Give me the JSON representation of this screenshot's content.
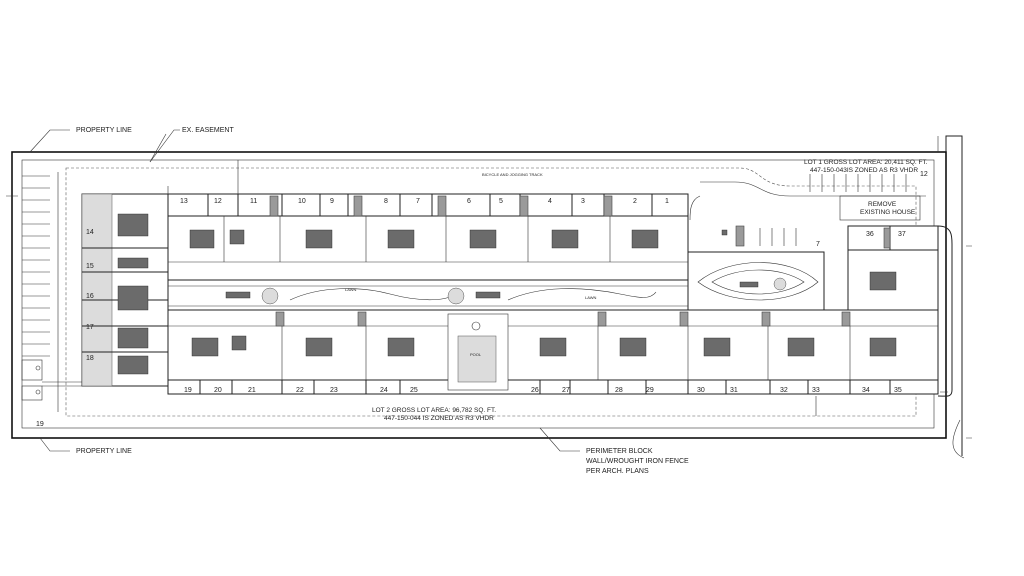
{
  "callouts": {
    "property_line_top": "PROPERTY LINE",
    "ex_easement": "EX. EASEMENT",
    "property_line_bottom": "PROPERTY LINE",
    "perimeter_1": "PERIMETER BLOCK",
    "perimeter_2": "WALL/WROUGHT IRON FENCE",
    "perimeter_3": "PER ARCH. PLANS"
  },
  "lot1": {
    "line1": "LOT 1 GROSS LOT AREA: 20,411 SQ. FT.",
    "line2": "447-150-043IS ZONED AS R3 VHDR"
  },
  "lot2": {
    "line1": "LOT 2  GROSS LOT AREA: 96,782 SQ. FT.",
    "line2": "447-150-044 IS ZONED AS R3 VHDR"
  },
  "remove_house": {
    "line1": "REMOVE",
    "line2": "EXISTING HOUSE"
  },
  "labels": {
    "track": "BICYCLE AND JOGGING TRACK",
    "lawn_1": "LAWN",
    "lawn_2": "LAWN",
    "pool": "POOL"
  },
  "parking": {
    "p12": "12",
    "p7": "7",
    "p19": "19"
  },
  "units_top": [
    "13",
    "12",
    "11",
    "10",
    "9",
    "8",
    "7",
    "6",
    "5",
    "4",
    "3",
    "2",
    "1"
  ],
  "units_left": [
    "14",
    "15",
    "16",
    "17",
    "18"
  ],
  "units_bottom": [
    "19",
    "20",
    "21",
    "22",
    "23",
    "24",
    "25",
    "26",
    "27",
    "28",
    "29",
    "30",
    "31",
    "32",
    "33",
    "34",
    "35"
  ],
  "units_right": [
    "36",
    "37"
  ]
}
